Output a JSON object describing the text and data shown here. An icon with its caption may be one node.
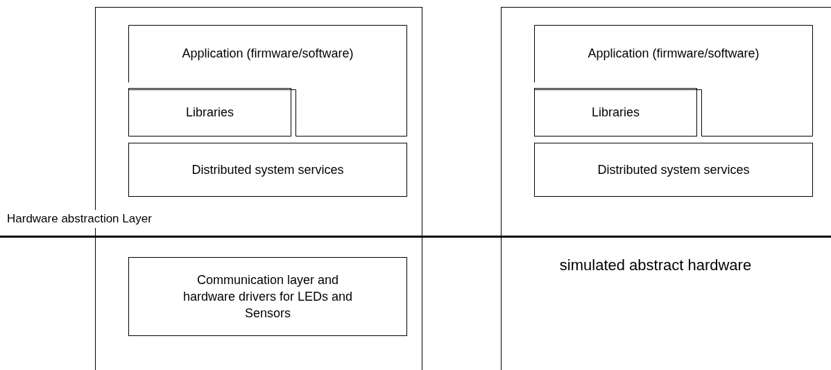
{
  "diagram": {
    "nodes": [
      {
        "text": [],
        "shape": "box"
      },
      {
        "text": [
          "Application (firmware/software)"
        ],
        "in": 0
      },
      {
        "text": [
          "Libraries"
        ],
        "in": 1
      },
      {
        "text": [
          "Distributed system services"
        ],
        "in": 0
      },
      {
        "text": [
          "Communication layer and hardware drivers for LEDs and Sensors"
        ],
        "in": 0
      },
      {
        "text": [],
        "shape": "box"
      },
      {
        "text": [
          "Application (firmware/software)"
        ],
        "in": 5
      },
      {
        "text": [
          "Libraries"
        ],
        "in": 6
      },
      {
        "text": [
          "Distributed system services"
        ],
        "in": 5
      }
    ],
    "labels": [
      "Hardware abstraction Layer",
      "simulated abstract hardware"
    ]
  }
}
